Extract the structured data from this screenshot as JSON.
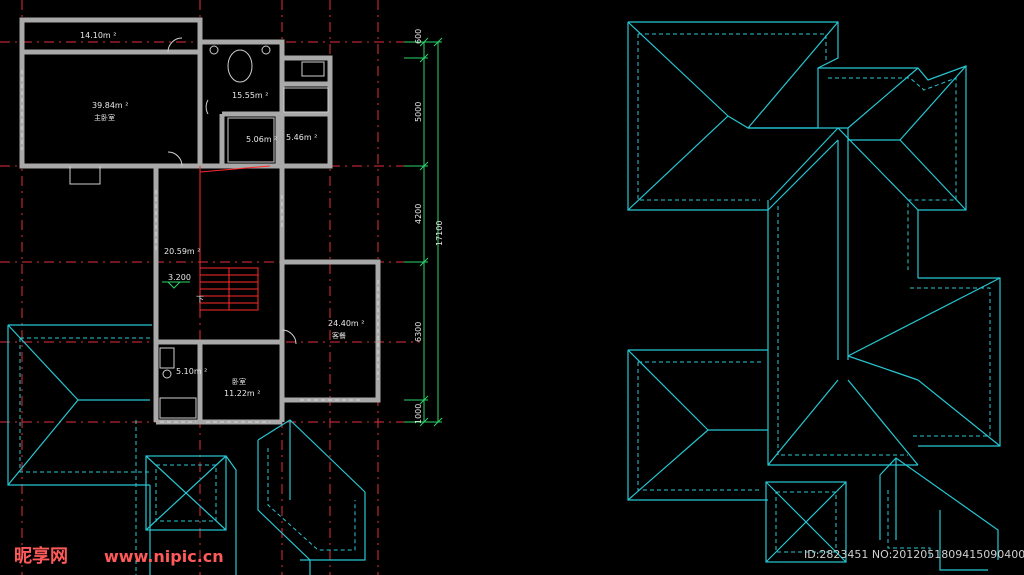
{
  "floor_plan": {
    "rooms": [
      {
        "area": "14.10m ²"
      },
      {
        "area": "39.84m ²",
        "name": "主卧室"
      },
      {
        "area": "15.55m ²"
      },
      {
        "area": "5.06m ²"
      },
      {
        "area": "5.46m ²"
      },
      {
        "area": "20.59m ²"
      },
      {
        "area": "24.40m ²",
        "name": "客餐"
      },
      {
        "area": "5.10m ²"
      },
      {
        "area": "11.22m ²",
        "name": "卧室"
      }
    ],
    "level_mark": "3.200",
    "stair_label": "下",
    "dimensions": [
      "600",
      "5000",
      "4200",
      "6300",
      "1000"
    ],
    "total_dimension": "17100"
  },
  "watermark": {
    "brand": "昵享网",
    "url": "www.nipic.cn",
    "id_text": "ID:2823451 NO:20120518094150904000",
    "colors": {
      "brand": "#ff5a5a",
      "id": "#cfcfcf"
    }
  },
  "colors": {
    "background": "#000000",
    "walls": "#a9a9a9",
    "axis_lines": "#e0303a",
    "roof_lines": "#27c7d3",
    "dimension_lines": "#2fd46a"
  }
}
